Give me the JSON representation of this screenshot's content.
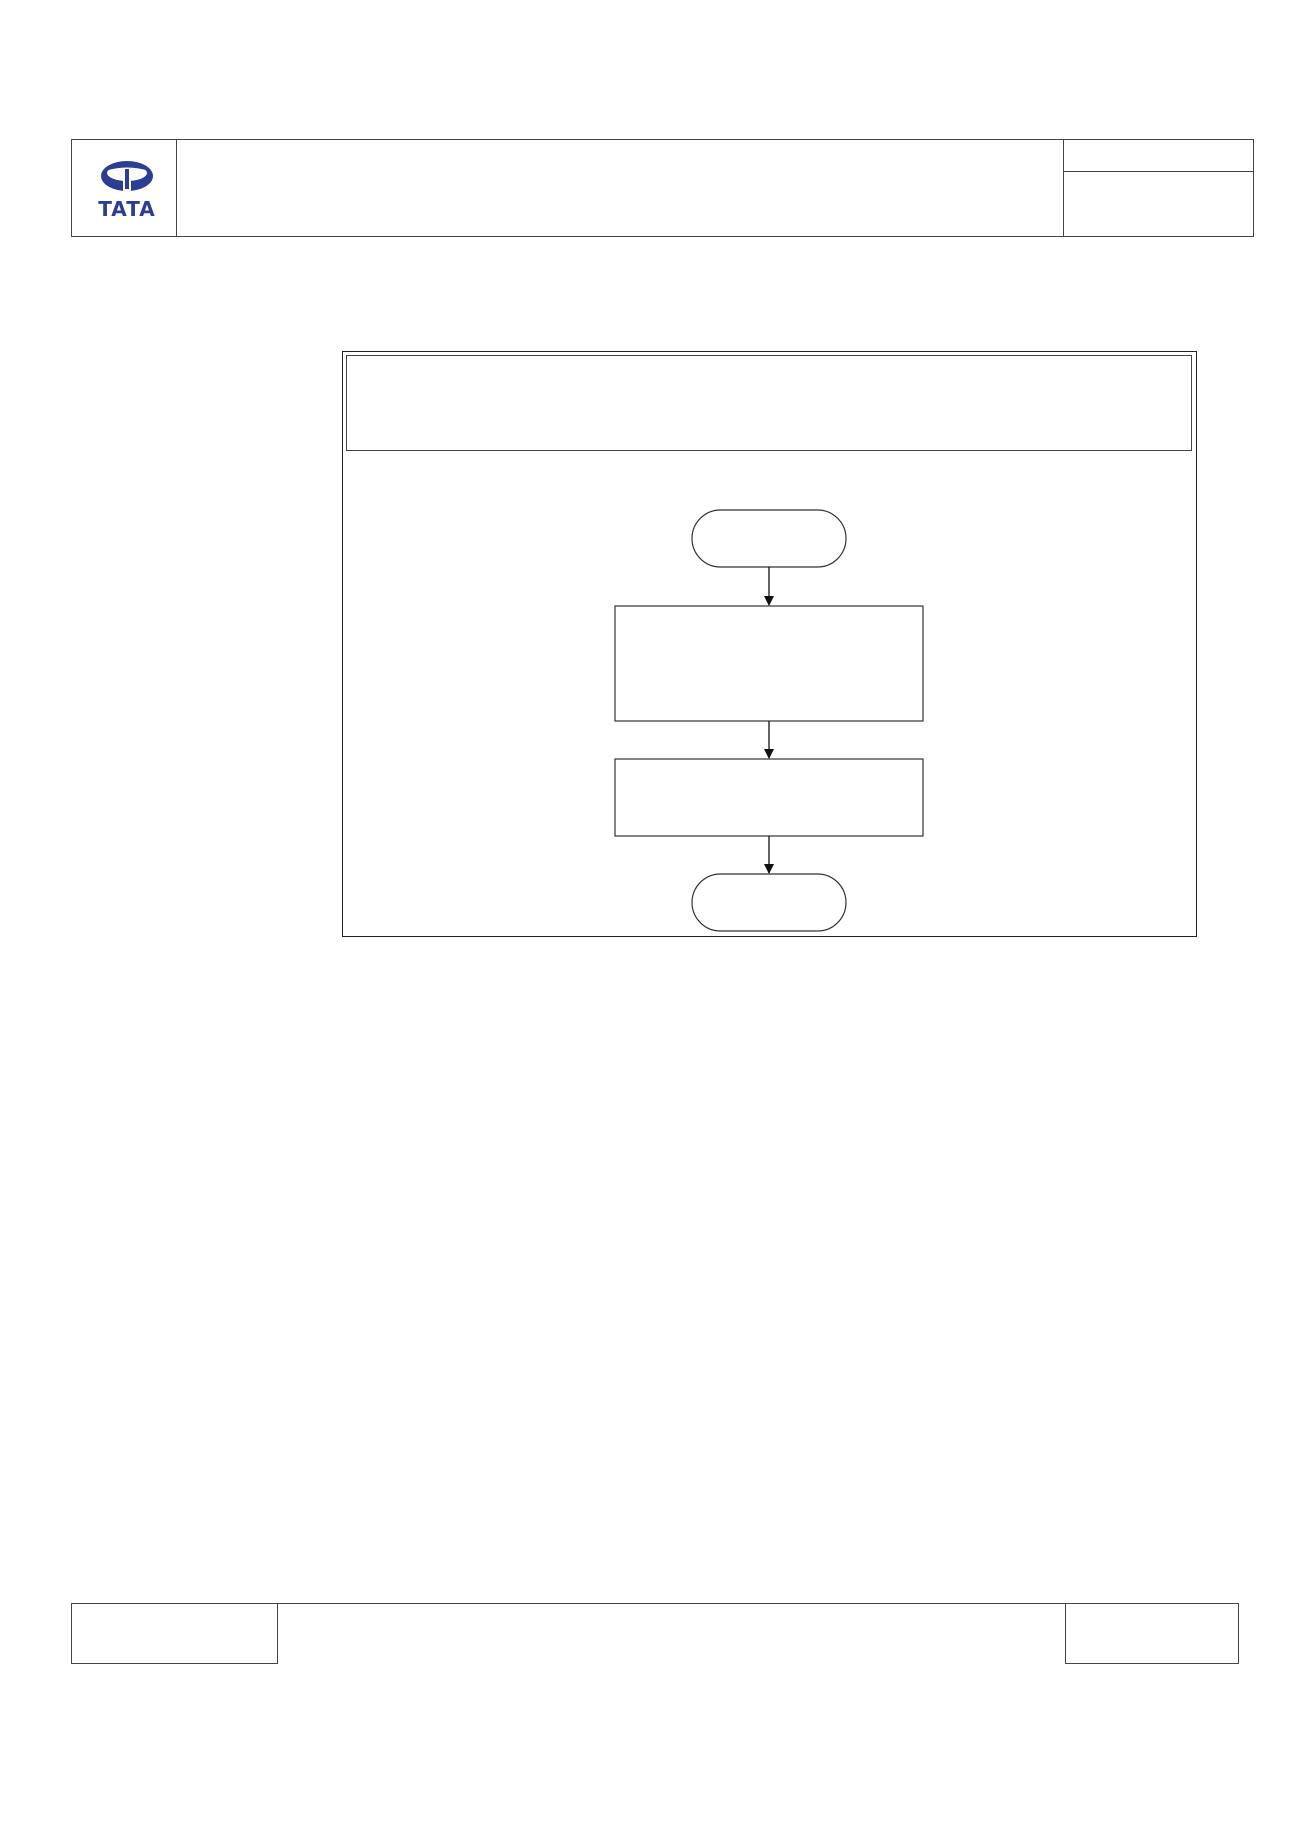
{
  "header": {
    "logo": {
      "icon": "tata-logo-icon",
      "text": "TATA",
      "color": "#2c3e93"
    },
    "title": "",
    "doc_ref_top": "",
    "doc_ref_bottom": ""
  },
  "flowchart": {
    "heading": "",
    "nodes": [
      {
        "id": "start",
        "shape": "terminator",
        "label": ""
      },
      {
        "id": "step-1",
        "shape": "process",
        "label": ""
      },
      {
        "id": "step-2",
        "shape": "process",
        "label": ""
      },
      {
        "id": "end",
        "shape": "terminator",
        "label": ""
      }
    ],
    "edges": [
      {
        "from": "start",
        "to": "step-1"
      },
      {
        "from": "step-1",
        "to": "step-2"
      },
      {
        "from": "step-2",
        "to": "end"
      }
    ]
  },
  "footer": {
    "left": "",
    "center": "",
    "right": ""
  }
}
